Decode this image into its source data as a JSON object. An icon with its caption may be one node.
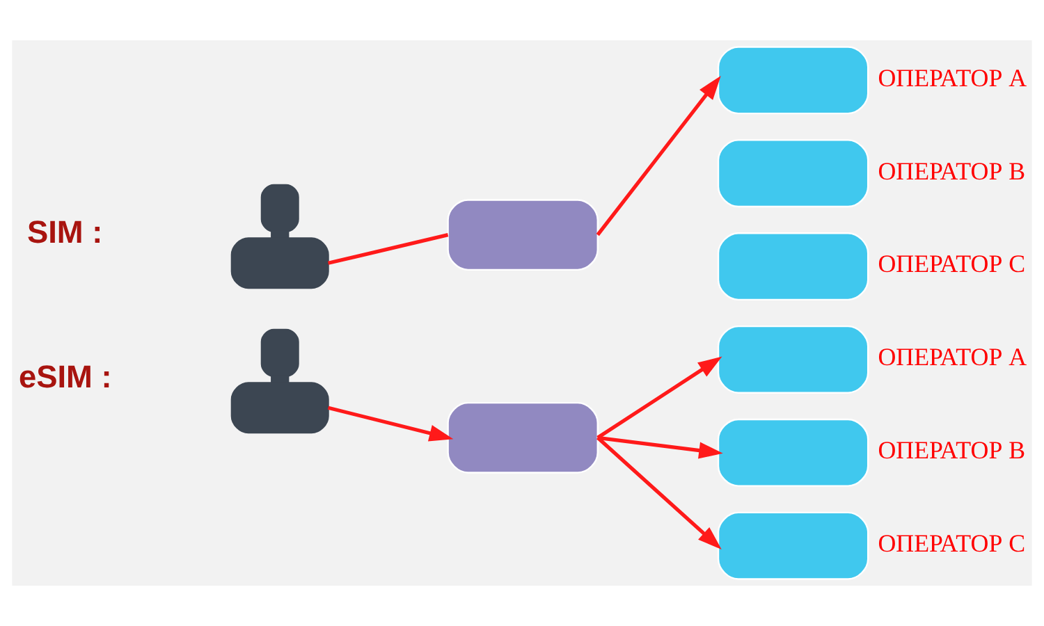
{
  "diagram": {
    "nodes": [
      {
        "text": [],
        "shape": "person"
      },
      {
        "text": [],
        "shape": "box"
      },
      {
        "text": [],
        "shape": "box",
        "beside": [
          "ОПЕРАТОР A"
        ]
      },
      {
        "text": [],
        "shape": "box",
        "beside": [
          "ОПЕРАТОР B"
        ]
      },
      {
        "text": [],
        "shape": "box",
        "beside": [
          "ОПЕРАТОР C"
        ]
      },
      {
        "text": [],
        "shape": "person"
      },
      {
        "text": [],
        "shape": "box"
      },
      {
        "text": [],
        "shape": "box",
        "beside": [
          "ОПЕРАТОР A"
        ]
      },
      {
        "text": [],
        "shape": "box",
        "beside": [
          "ОПЕРАТОР B"
        ]
      },
      {
        "text": [],
        "shape": "box",
        "beside": [
          "ОПЕРАТОР C"
        ]
      }
    ],
    "edges": [
      {
        "from": 0,
        "to": 1,
        "arrow": "none"
      },
      {
        "from": 1,
        "to": 2,
        "arrow": "to"
      },
      {
        "from": 5,
        "to": 6,
        "arrow": "to"
      },
      {
        "from": 6,
        "to": 7,
        "arrow": "to"
      },
      {
        "from": 6,
        "to": 8,
        "arrow": "to"
      },
      {
        "from": 6,
        "to": 9,
        "arrow": "to"
      }
    ],
    "labels": [
      "SIM :",
      "eSIM :"
    ]
  }
}
